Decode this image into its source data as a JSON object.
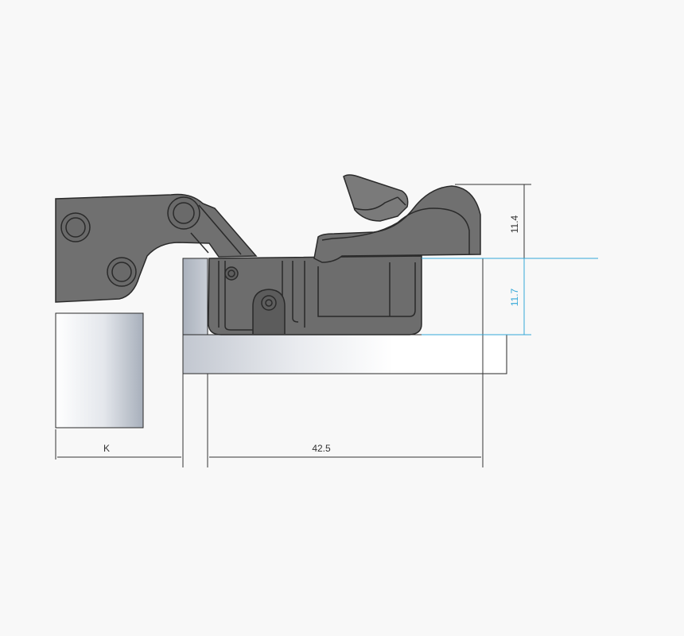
{
  "dimensions": {
    "k_label": "K",
    "width_label": "42.5",
    "height_top_label": "11.4",
    "height_cup_label": "11.7"
  },
  "colors": {
    "background": "#f8f8f8",
    "hinge_fill": "#6e6e6e",
    "hinge_dark": "#444444",
    "hinge_outline": "#2a2a2a",
    "panel_light": "#ffffff",
    "panel_gray": "#a9b1bd",
    "dimension_line": "#333333",
    "accent_blue": "#35a8d8"
  }
}
